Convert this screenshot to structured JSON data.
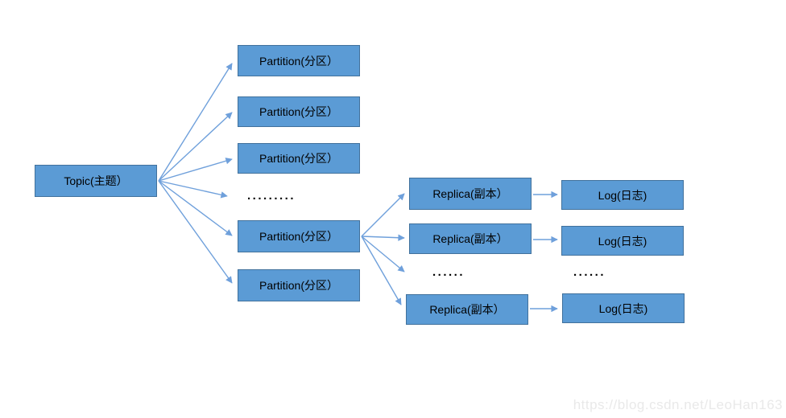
{
  "diagram": {
    "topic": {
      "label": "Topic(主题）"
    },
    "partitions": [
      {
        "label": "Partition(分区）"
      },
      {
        "label": "Partition(分区）"
      },
      {
        "label": "Partition(分区）"
      },
      {
        "label": "Partition(分区）"
      },
      {
        "label": "Partition(分区）"
      }
    ],
    "replicas": [
      {
        "label": "Replica(副本）"
      },
      {
        "label": "Replica(副本）"
      },
      {
        "label": "Replica(副本）"
      }
    ],
    "logs": [
      {
        "label": "Log(日志)"
      },
      {
        "label": "Log(日志)"
      },
      {
        "label": "Log(日志)"
      }
    ],
    "ellipsis": {
      "partitions": ".........",
      "replicas": "......",
      "logs": "......"
    },
    "edges": [
      {
        "from": "topic",
        "to": "partition-1"
      },
      {
        "from": "topic",
        "to": "partition-2"
      },
      {
        "from": "topic",
        "to": "partition-3"
      },
      {
        "from": "topic",
        "to": "partitions-ellipsis"
      },
      {
        "from": "topic",
        "to": "partition-4"
      },
      {
        "from": "topic",
        "to": "partition-5"
      },
      {
        "from": "partition-4",
        "to": "replica-1"
      },
      {
        "from": "partition-4",
        "to": "replica-2"
      },
      {
        "from": "partition-4",
        "to": "replicas-ellipsis"
      },
      {
        "from": "partition-4",
        "to": "replica-3"
      },
      {
        "from": "replica-1",
        "to": "log-1"
      },
      {
        "from": "replica-2",
        "to": "log-2"
      },
      {
        "from": "replica-3",
        "to": "log-3"
      }
    ],
    "colors": {
      "node_fill": "#5b9bd5",
      "node_border": "#41719c",
      "arrow": "#6fa0db",
      "text": "#000000"
    }
  },
  "watermark": {
    "text": "https://blog.csdn.net/LeoHan163",
    "color": "#e9e9e9"
  }
}
